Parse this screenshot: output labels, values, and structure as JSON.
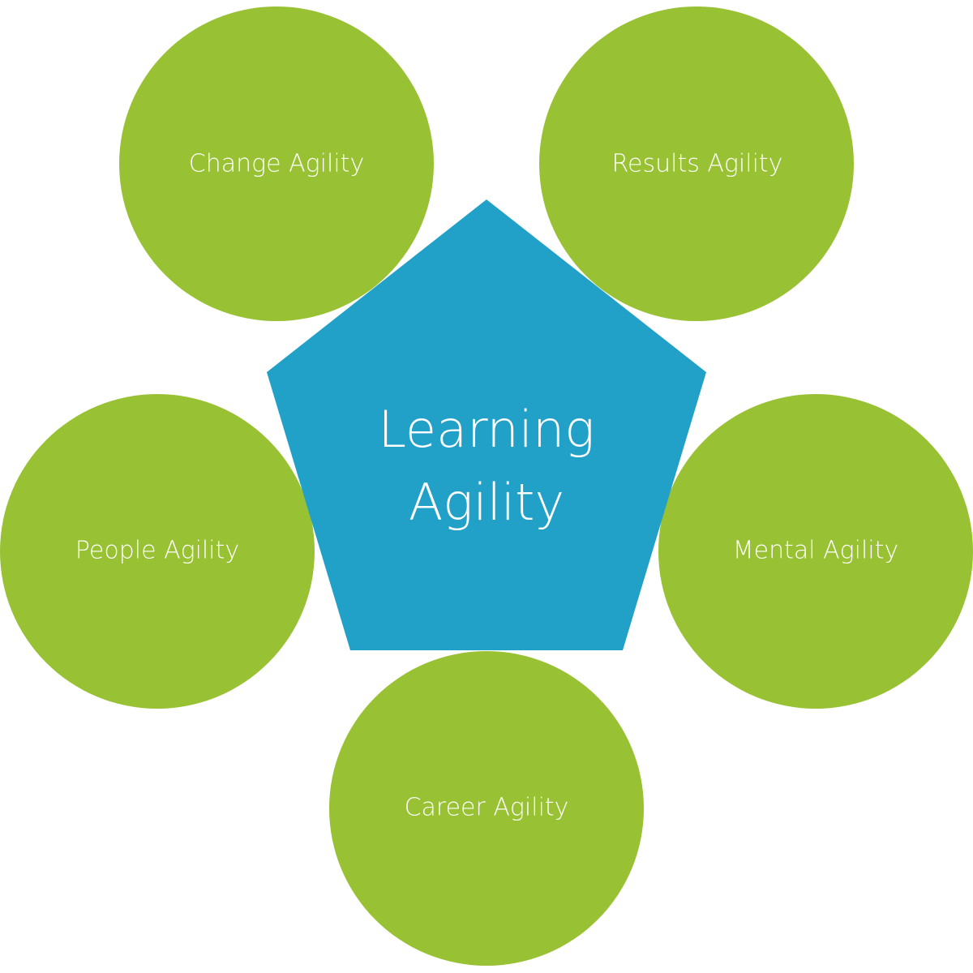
{
  "diagram": {
    "center": {
      "line1": "Learning",
      "line2": "Agility",
      "color": "#22a1c8"
    },
    "satellite_color": "#98c133",
    "text_color": "#ffffff",
    "satellites": [
      {
        "label": "Change Agility"
      },
      {
        "label": "Results Agility"
      },
      {
        "label": "People Agility"
      },
      {
        "label": "Mental Agility"
      },
      {
        "label": "Career Agility"
      }
    ]
  }
}
